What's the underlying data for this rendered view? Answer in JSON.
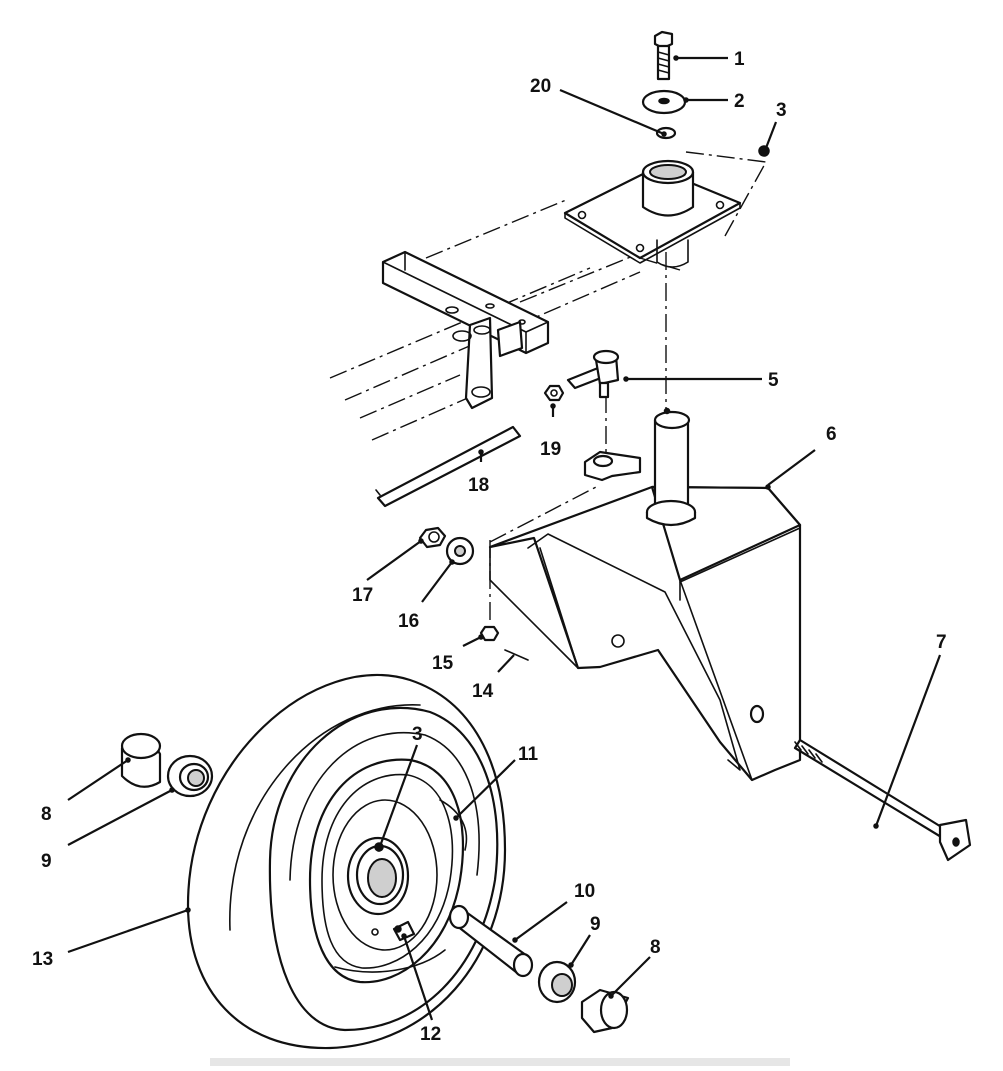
{
  "callouts": {
    "c1": "1",
    "c2": "2",
    "c3a": "3",
    "c3b": "3",
    "c5": "5",
    "c6": "6",
    "c7": "7",
    "c8a": "8",
    "c8b": "8",
    "c9a": "9",
    "c9b": "9",
    "c10": "10",
    "c11": "11",
    "c12": "12",
    "c13": "13",
    "c14": "14",
    "c15": "15",
    "c16": "16",
    "c17": "17",
    "c18": "18",
    "c19": "19",
    "c20": "20"
  }
}
